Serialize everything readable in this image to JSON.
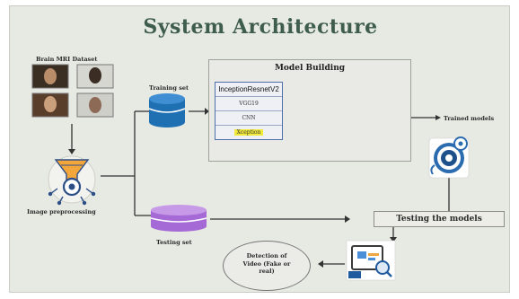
{
  "title": "System Architecture",
  "dataset": {
    "label": "Brain MRI Dataset"
  },
  "preprocessing": {
    "label": "Image preprocessing"
  },
  "training": {
    "label": "Training set"
  },
  "testing_set": {
    "label": "Testing set"
  },
  "model_building": {
    "title": "Model Building",
    "models": [
      "InceptionResnetV2",
      "VGG19",
      "CNN",
      "Xception"
    ]
  },
  "trained_models": {
    "label": "Trained models"
  },
  "testing_models": {
    "label": "Testing the models"
  },
  "detection": {
    "line1": "Detection of",
    "line2": "Video (Fake or",
    "line3": "real)"
  },
  "colors": {
    "title": "#3f5d4c",
    "blue_db": "#1f6fb3",
    "purple_db": "#a66ad6",
    "highlight": "#f1ea3a"
  }
}
